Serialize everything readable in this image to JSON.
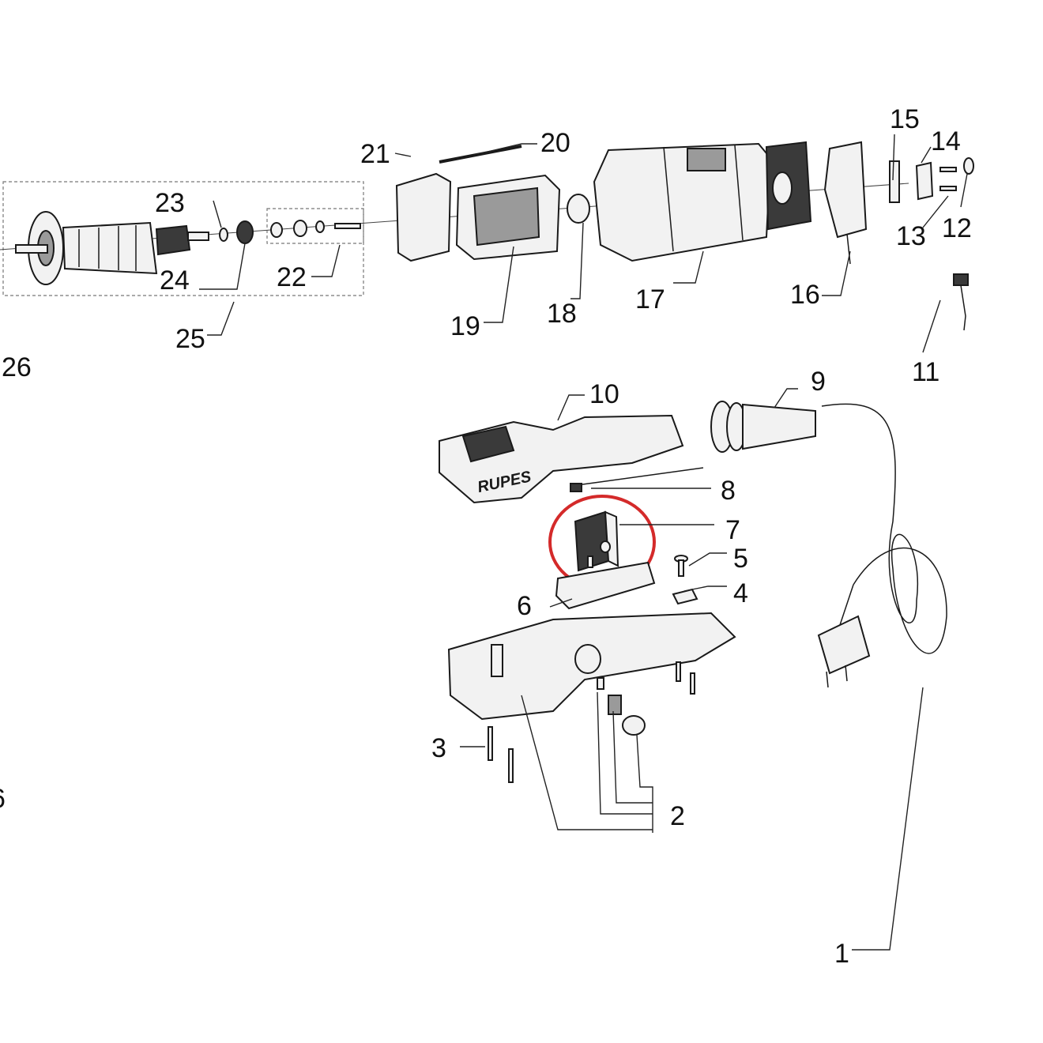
{
  "diagram": {
    "brand_logo": "RUPES",
    "highlight_color": "#d42a2a",
    "highlighted_part": "7",
    "callouts": [
      "1",
      "2",
      "3",
      "4",
      "5",
      "6",
      "7",
      "8",
      "9",
      "10",
      "11",
      "12",
      "13",
      "14",
      "15",
      "16",
      "17",
      "18",
      "19",
      "20",
      "21",
      "22",
      "23",
      "24",
      "25",
      "26",
      "6"
    ]
  }
}
